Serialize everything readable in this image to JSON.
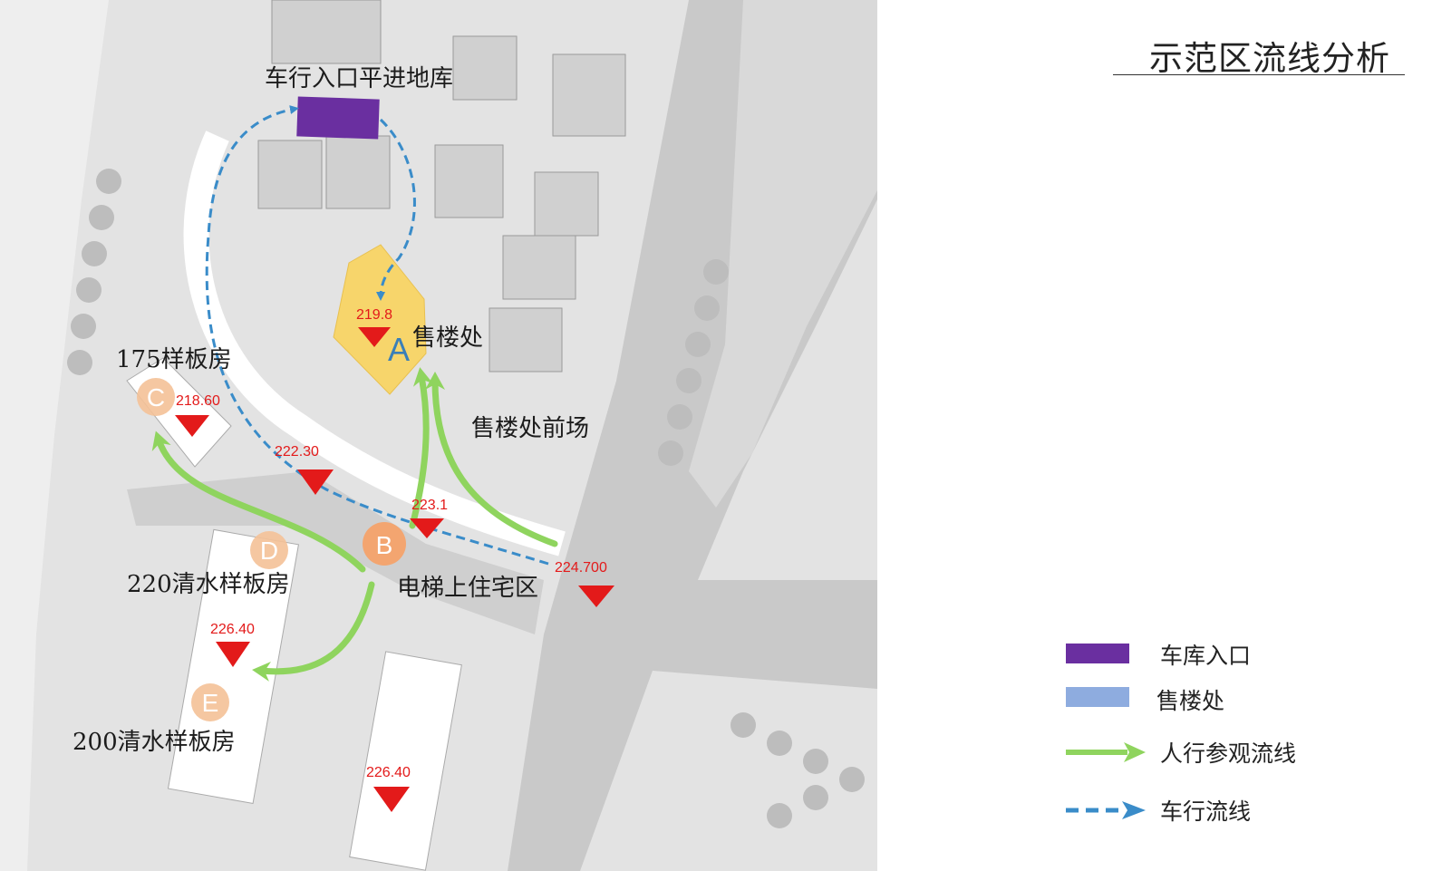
{
  "title": "示范区流线分析",
  "labels": {
    "garage_entry": "车行入口平进地库",
    "sales_office": "售楼处",
    "sales_plaza": "售楼处前场",
    "model_175": "175样板房",
    "model_220": "220清水样板房",
    "model_200": "200清水样板房",
    "elevator": "电梯上住宅区"
  },
  "markers": {
    "A": "A",
    "B": "B",
    "C": "C",
    "D": "D",
    "E": "E"
  },
  "elevations": {
    "e1": "219.8",
    "e2": "218.60",
    "e3": "222.30",
    "e4": "223.1",
    "e5": "224.700",
    "e6": "226.40",
    "e7": "226.40"
  },
  "legend": [
    {
      "label": "车库入口",
      "color": "#6a2fa0"
    },
    {
      "label": "售楼处",
      "color": "#8eacdf"
    },
    {
      "label": "人行参观流线",
      "color": "#8fd45e"
    },
    {
      "label": "车行流线",
      "color": "#3a8cc9"
    }
  ],
  "colors": {
    "sales_zone": "#f7d56b",
    "marker_circle": "#f4c197",
    "elevation_marker": "#e31a1a",
    "pedestrian_flow": "#8fd45e",
    "vehicle_flow": "#3a8cc9",
    "garage": "#6a2fa0"
  }
}
